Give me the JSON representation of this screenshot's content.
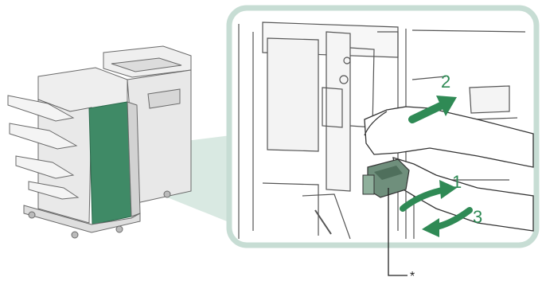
{
  "figure": {
    "steps": [
      {
        "label": "1"
      },
      {
        "label": "2"
      },
      {
        "label": "3"
      }
    ],
    "callout_marker": "*",
    "colors": {
      "accent_green": "#2f8a55",
      "finisher_panel": "#3f8a66",
      "callout_frame": "#c7ddd4",
      "line_art": "#555555"
    }
  }
}
